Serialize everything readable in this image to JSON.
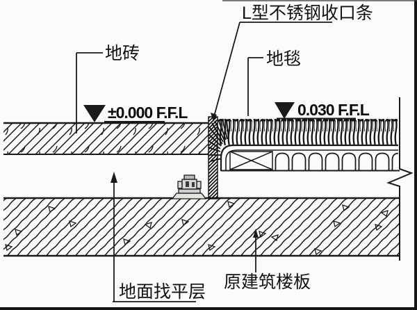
{
  "drawing": {
    "annotations": {
      "trim_strip": "L型不锈钢收口条",
      "tile": "地砖",
      "carpet": "地毯",
      "screed": "地面找平层",
      "slab": "原建筑楼板"
    },
    "levels": {
      "tile_ffl": "±0.000 F.F.L",
      "carpet_ffl": "0.030 F.F.L"
    },
    "colors": {
      "ink": "#1a1a1a",
      "paper": "#fbfbf9"
    }
  }
}
